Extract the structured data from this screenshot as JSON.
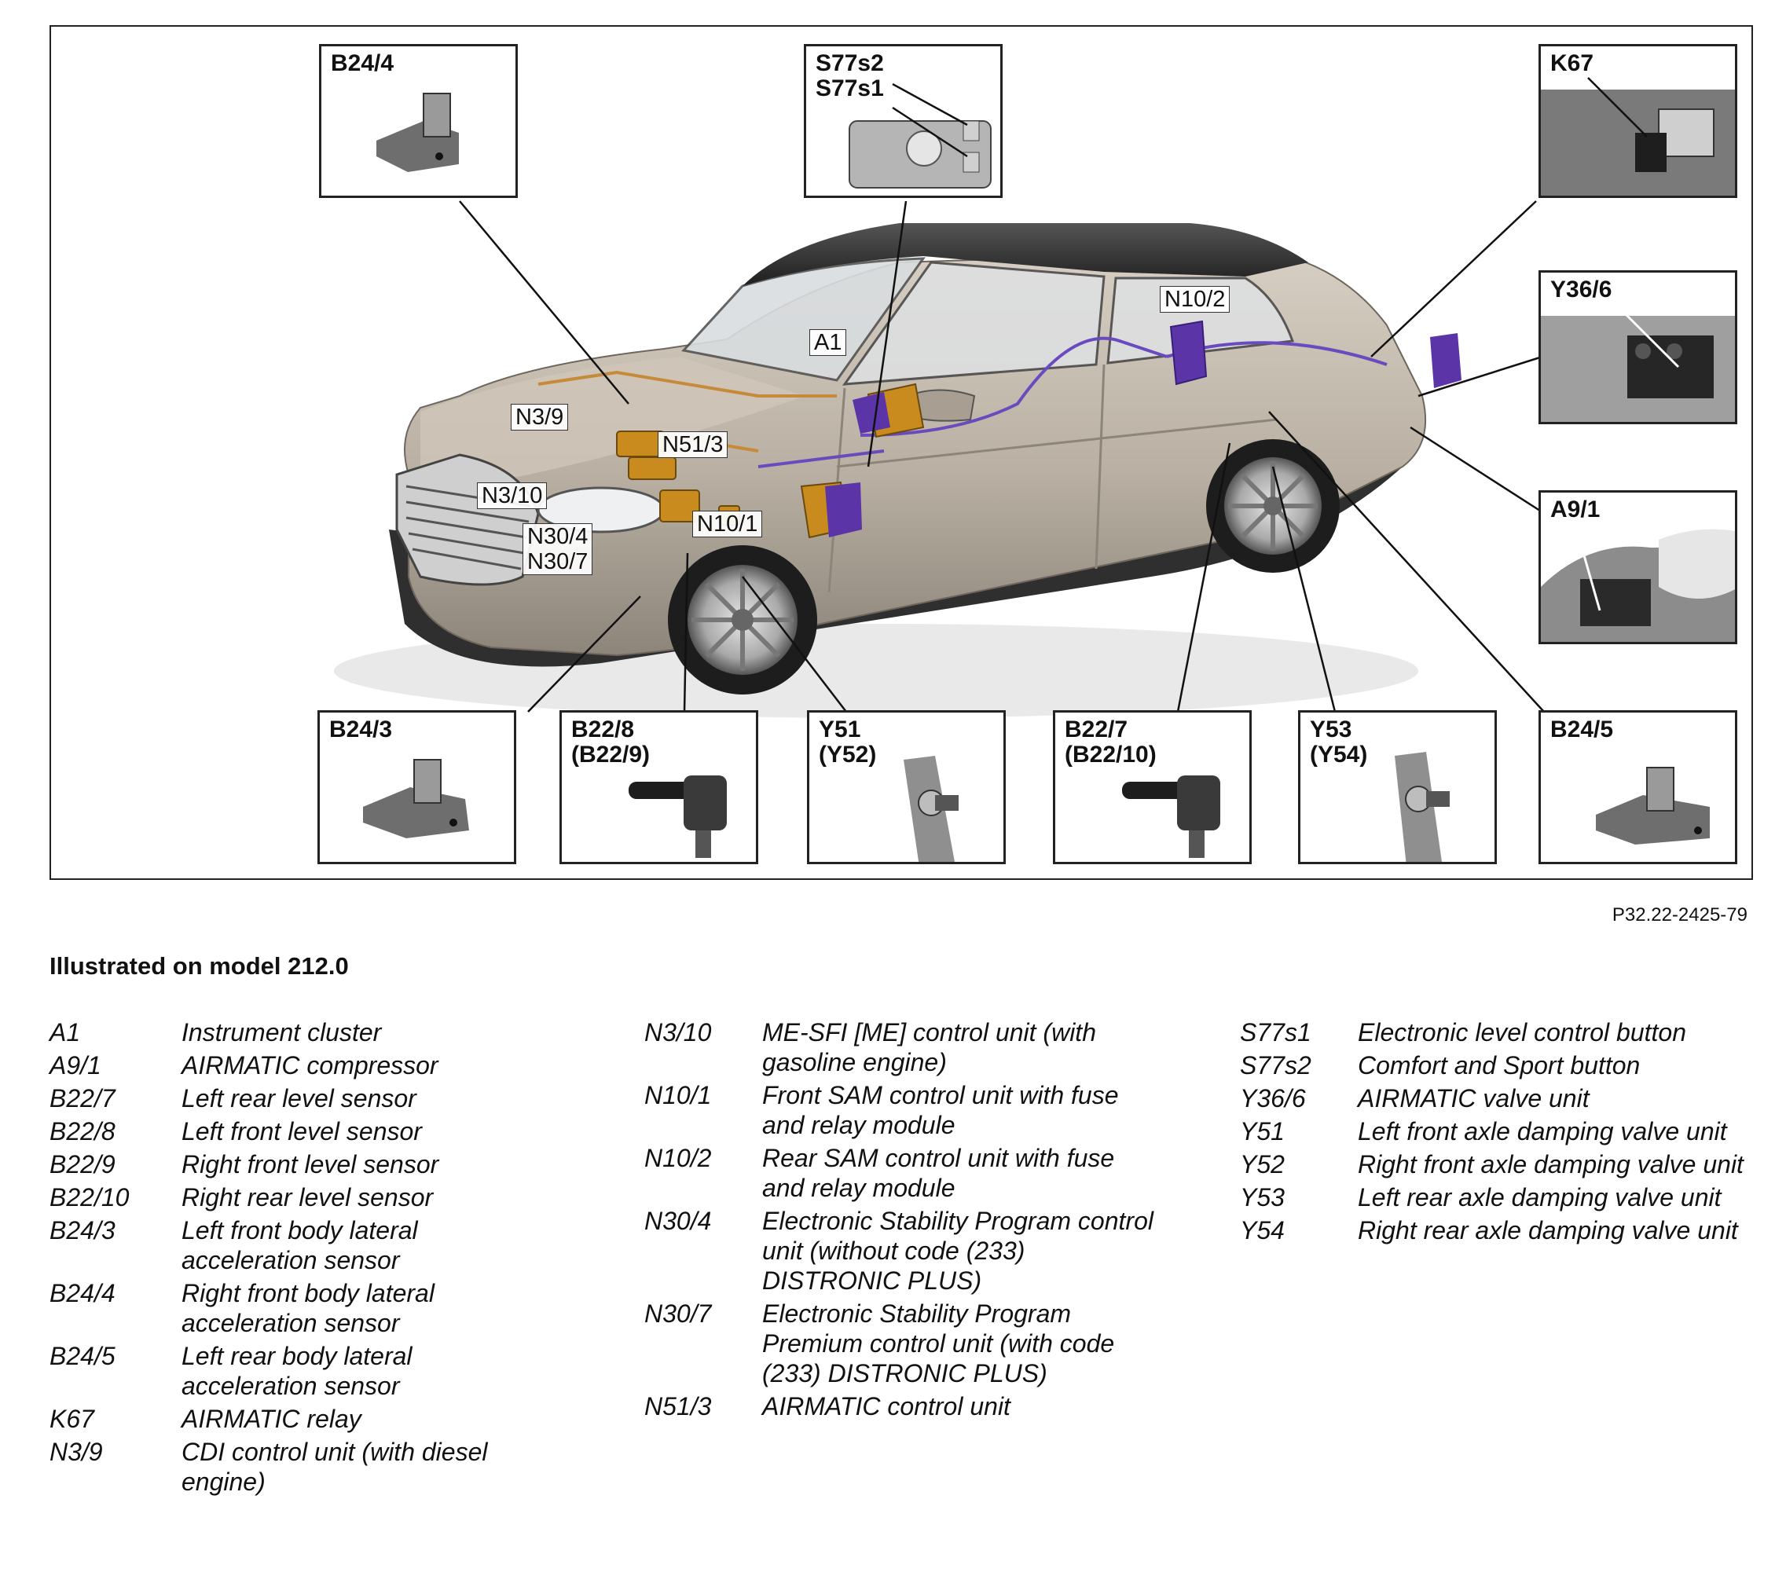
{
  "figure": {
    "reference": "P32.22-2425-79",
    "subtitle": "Illustrated on model 212.0"
  },
  "insets": [
    {
      "id": "b24-4",
      "label": "B24/4"
    },
    {
      "id": "s77",
      "label": "S77s2\nS77s1"
    },
    {
      "id": "k67",
      "label": "K67"
    },
    {
      "id": "y36-6",
      "label": "Y36/6"
    },
    {
      "id": "a9-1",
      "label": "A9/1"
    },
    {
      "id": "b24-3",
      "label": "B24/3"
    },
    {
      "id": "b22-8",
      "label": "B22/8\n(B22/9)"
    },
    {
      "id": "y51",
      "label": "Y51\n(Y52)"
    },
    {
      "id": "b22-7",
      "label": "B22/7\n(B22/10)"
    },
    {
      "id": "y53",
      "label": "Y53\n(Y54)"
    },
    {
      "id": "b24-5",
      "label": "B24/5"
    }
  ],
  "callouts": [
    {
      "id": "n3-9",
      "label": "N3/9"
    },
    {
      "id": "n3-10",
      "label": "N3/10"
    },
    {
      "id": "a1",
      "label": "A1"
    },
    {
      "id": "n51-3",
      "label": "N51/3"
    },
    {
      "id": "n30-4",
      "label": "N30/4\nN30/7"
    },
    {
      "id": "n10-1",
      "label": "N10/1"
    },
    {
      "id": "n10-2",
      "label": "N10/2"
    }
  ],
  "legend": {
    "col1": [
      {
        "code": "A1",
        "desc": "Instrument cluster"
      },
      {
        "code": "A9/1",
        "desc": "AIRMATIC compressor"
      },
      {
        "code": "B22/7",
        "desc": "Left rear level sensor"
      },
      {
        "code": "B22/8",
        "desc": "Left front level sensor"
      },
      {
        "code": "B22/9",
        "desc": "Right front level sensor"
      },
      {
        "code": "B22/10",
        "desc": "Right rear level sensor"
      },
      {
        "code": "B24/3",
        "desc": "Left front body lateral acceleration sensor"
      },
      {
        "code": "B24/4",
        "desc": "Right front body lateral acceleration sensor"
      },
      {
        "code": "B24/5",
        "desc": "Left rear body lateral acceleration sensor"
      },
      {
        "code": "K67",
        "desc": "AIRMATIC relay"
      },
      {
        "code": "N3/9",
        "desc": "CDI control unit (with diesel engine)"
      }
    ],
    "col2": [
      {
        "code": "N3/10",
        "desc": "ME-SFI [ME] control unit (with gasoline engine)"
      },
      {
        "code": "N10/1",
        "desc": "Front SAM control unit with fuse and relay module"
      },
      {
        "code": "N10/2",
        "desc": "Rear SAM control unit with fuse and relay module"
      },
      {
        "code": "N30/4",
        "desc": "Electronic Stability Program control unit (without code (233) DISTRONIC PLUS)"
      },
      {
        "code": "N30/7",
        "desc": "Electronic Stability Program Premium control unit (with code (233) DISTRONIC PLUS)"
      },
      {
        "code": "N51/3",
        "desc": "AIRMATIC control unit"
      }
    ],
    "col3": [
      {
        "code": "S77s1",
        "desc": "Electronic level control button"
      },
      {
        "code": "S77s2",
        "desc": "Comfort and Sport button"
      },
      {
        "code": "Y36/6",
        "desc": "AIRMATIC valve unit"
      },
      {
        "code": "Y51",
        "desc": "Left front axle damping valve unit"
      },
      {
        "code": "Y52",
        "desc": "Right front axle damping valve unit"
      },
      {
        "code": "Y53",
        "desc": "Left rear axle damping valve unit"
      },
      {
        "code": "Y54",
        "desc": "Right rear axle damping valve unit"
      }
    ]
  },
  "colors": {
    "car_body": "#bcb3a6",
    "car_dark": "#2c2c2c",
    "component_orange": "#c98a1e",
    "component_purple": "#5b34a8",
    "wire_purple": "#6a4bbf",
    "wire_orange": "#c58a3a"
  }
}
